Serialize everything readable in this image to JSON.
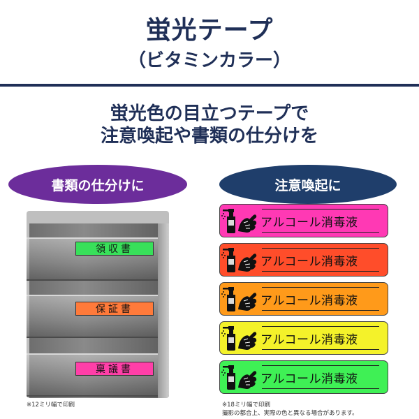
{
  "header": {
    "title": "蛍光テープ",
    "subtitle": "（ビタミンカラー）"
  },
  "lead": {
    "line1": "蛍光色の目立つテープで",
    "line2": "注意喚起や書類の仕分けを"
  },
  "left_panel": {
    "badge": "書類の仕分けに",
    "labels": [
      "領収書",
      "保証書",
      "稟議書"
    ],
    "note": "※12ミリ幅で印刷"
  },
  "right_panel": {
    "badge": "注意喚起に",
    "tapes": [
      {
        "text": "アルコール消毒液",
        "color": "#ff39b4"
      },
      {
        "text": "アルコール消毒液",
        "color": "#ff4d2a"
      },
      {
        "text": "アルコール消毒液",
        "color": "#ff9a1a"
      },
      {
        "text": "アルコール消毒液",
        "color": "#f4f22a"
      },
      {
        "text": "アルコール消毒液",
        "color": "#3ff055"
      }
    ],
    "icon": "sanitizer-hands-icon",
    "note_line1": "※18ミリ幅で印刷",
    "note_line2": "撮影の都合上、実際の色と異なる場合があります。"
  },
  "colors": {
    "navy": "#1f2f57",
    "purple": "#6c2d9b",
    "dark_blue": "#1f3e6b"
  }
}
